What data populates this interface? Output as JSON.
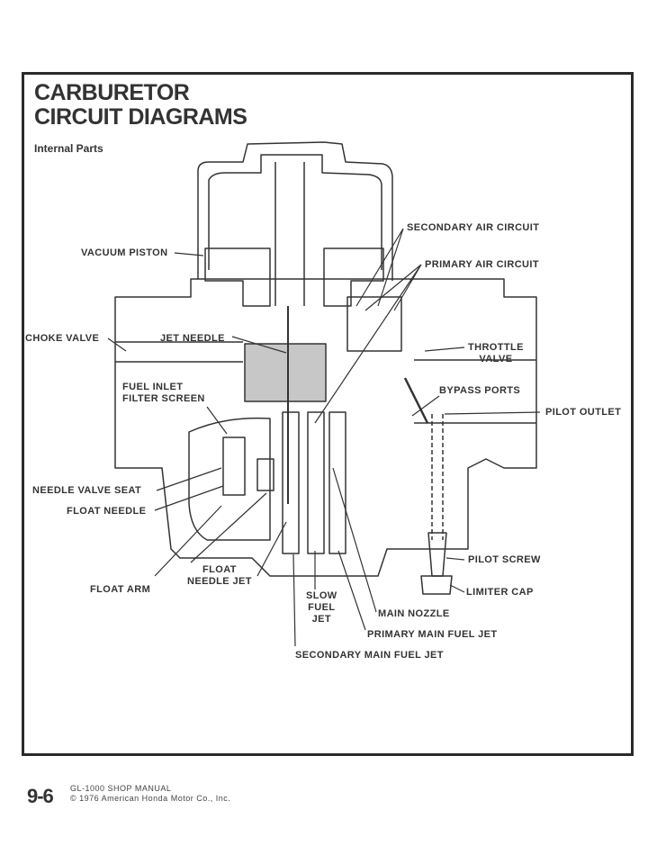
{
  "header": {
    "title_line1": "CARBURETOR",
    "title_line2": "CIRCUIT DIAGRAMS",
    "subtitle": "Internal Parts"
  },
  "labels": {
    "secondary_air_circuit": "SECONDARY AIR CIRCUIT",
    "primary_air_circuit": "PRIMARY AIR CIRCUIT",
    "vacuum_piston": "VACUUM PISTON",
    "choke_valve": "CHOKE VALVE",
    "jet_needle": "JET NEEDLE",
    "throttle_valve_1": "THROTTLE",
    "throttle_valve_2": "VALVE",
    "fuel_inlet_1": "FUEL INLET",
    "fuel_inlet_2": "FILTER SCREEN",
    "bypass_ports": "BYPASS PORTS",
    "pilot_outlet": "PILOT OUTLET",
    "needle_valve_seat": "NEEDLE VALVE SEAT",
    "float_needle": "FLOAT NEEDLE",
    "pilot_screw": "PILOT SCREW",
    "float_1": "FLOAT",
    "float_2": "NEEDLE JET",
    "float_arm": "FLOAT ARM",
    "limiter_cap": "LIMITER CAP",
    "slow_fuel_1": "SLOW",
    "slow_fuel_2": "FUEL",
    "slow_fuel_3": "JET",
    "main_nozzle": "MAIN NOZZLE",
    "primary_main_fuel_jet": "PRIMARY MAIN FUEL JET",
    "secondary_main_fuel_jet": "SECONDARY MAIN FUEL JET"
  },
  "footer": {
    "page_number": "9-6",
    "manual": "GL-1000 SHOP MANUAL",
    "copyright": "© 1976 American Honda Motor Co., Inc."
  }
}
